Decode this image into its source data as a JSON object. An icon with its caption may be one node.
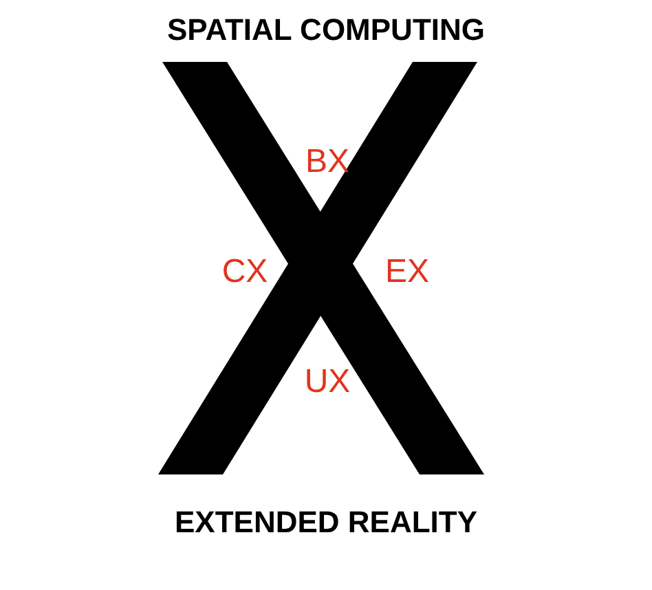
{
  "diagram": {
    "labels": [
      "SPATIAL COMPUTING",
      "BX",
      "CX",
      "EX",
      "UX",
      "EXTENDED REALITY"
    ]
  }
}
